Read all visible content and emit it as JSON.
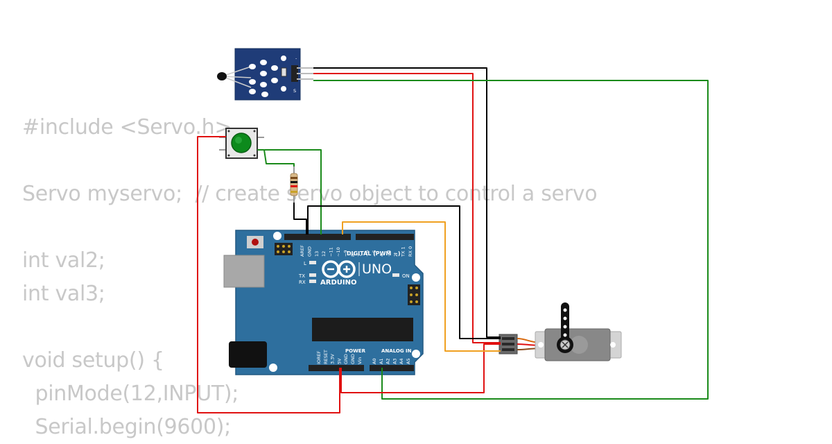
{
  "code_lines": [
    "#include <Servo.h>",
    "",
    "Servo myservo;  // create servo object to control a servo",
    "",
    "int val2;",
    "int val3;",
    "",
    "void setup() {",
    "  pinMode(12,INPUT);",
    "  Serial.begin(9600);"
  ],
  "sensor": {
    "pin_minus": "-",
    "pin_signal": "S"
  },
  "arduino": {
    "brand": "ARDUINO",
    "model": "UNO",
    "digital_header": "DIGITAL (PWM ~)",
    "power_header": "POWER",
    "analog_header": "ANALOG IN",
    "on_label": "ON",
    "led_l": "L",
    "led_tx": "TX",
    "led_rx": "RX",
    "digital_pins": [
      "AREF",
      "GND",
      "13",
      "12",
      "~11",
      "~10",
      "~9",
      "8",
      "7",
      "~6",
      "~5",
      "4",
      "~3",
      "2",
      "TX 1",
      "RX 0"
    ],
    "power_pins": [
      "IOREF",
      "RESET",
      "3.3V",
      "5V",
      "GND",
      "GND",
      "Vin"
    ],
    "analog_pins": [
      "A0",
      "A1",
      "A2",
      "A3",
      "A4",
      "A5"
    ]
  },
  "colors": {
    "wire_red": "#e01010",
    "wire_black": "#000000",
    "wire_green": "#1a8a1a",
    "wire_orange": "#f0a020",
    "board_blue": "#2e6f9e",
    "code_gray": "#c8c8c8"
  }
}
